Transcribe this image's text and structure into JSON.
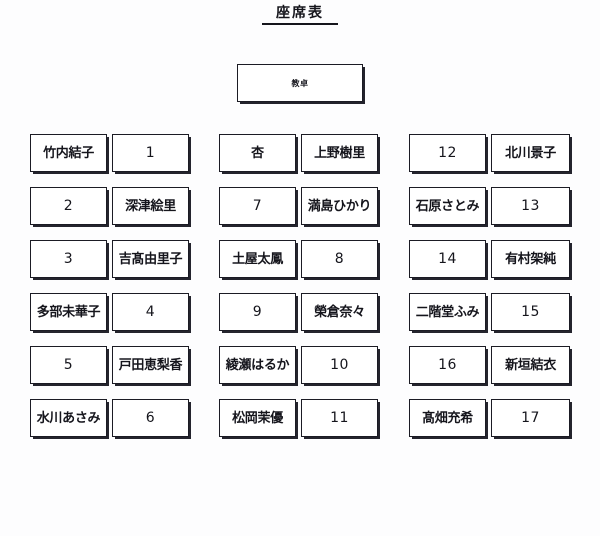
{
  "page": {
    "title": "座席表",
    "background_color": "#fdfdfe",
    "ink_color": "#15151c"
  },
  "desk": {
    "label": "教卓"
  },
  "grid": {
    "rows": 6,
    "blocks": 3,
    "seats_per_block": 2,
    "cells": [
      [
        {
          "text": "竹内結子",
          "kind": "name"
        },
        {
          "text": "1",
          "kind": "number"
        },
        {
          "text": "杏",
          "kind": "name"
        },
        {
          "text": "上野樹里",
          "kind": "name"
        },
        {
          "text": "12",
          "kind": "number"
        },
        {
          "text": "北川景子",
          "kind": "name"
        }
      ],
      [
        {
          "text": "2",
          "kind": "number"
        },
        {
          "text": "深津絵里",
          "kind": "name"
        },
        {
          "text": "7",
          "kind": "number"
        },
        {
          "text": "満島ひかり",
          "kind": "name"
        },
        {
          "text": "石原さとみ",
          "kind": "name"
        },
        {
          "text": "13",
          "kind": "number"
        }
      ],
      [
        {
          "text": "3",
          "kind": "number"
        },
        {
          "text": "吉髙由里子",
          "kind": "name"
        },
        {
          "text": "土屋太鳳",
          "kind": "name"
        },
        {
          "text": "8",
          "kind": "number"
        },
        {
          "text": "14",
          "kind": "number"
        },
        {
          "text": "有村架純",
          "kind": "name"
        }
      ],
      [
        {
          "text": "多部未華子",
          "kind": "name"
        },
        {
          "text": "4",
          "kind": "number"
        },
        {
          "text": "9",
          "kind": "number"
        },
        {
          "text": "榮倉奈々",
          "kind": "name"
        },
        {
          "text": "二階堂ふみ",
          "kind": "name"
        },
        {
          "text": "15",
          "kind": "number"
        }
      ],
      [
        {
          "text": "5",
          "kind": "number"
        },
        {
          "text": "戸田恵梨香",
          "kind": "name"
        },
        {
          "text": "綾瀬はるか",
          "kind": "name"
        },
        {
          "text": "10",
          "kind": "number"
        },
        {
          "text": "16",
          "kind": "number"
        },
        {
          "text": "新垣結衣",
          "kind": "name"
        }
      ],
      [
        {
          "text": "水川あさみ",
          "kind": "name"
        },
        {
          "text": "6",
          "kind": "number"
        },
        {
          "text": "松岡茉優",
          "kind": "name"
        },
        {
          "text": "11",
          "kind": "number"
        },
        {
          "text": "髙畑充希",
          "kind": "name"
        },
        {
          "text": "17",
          "kind": "number"
        }
      ]
    ]
  }
}
